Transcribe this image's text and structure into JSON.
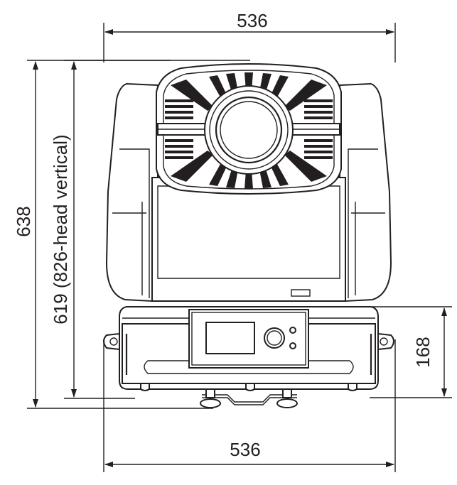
{
  "dimensions": {
    "top_width": "536",
    "bottom_width": "536",
    "total_height": "638",
    "head_height": "619 (826-head vertical)",
    "base_height": "168"
  },
  "colors": {
    "line": "#231f20",
    "background": "#ffffff"
  }
}
